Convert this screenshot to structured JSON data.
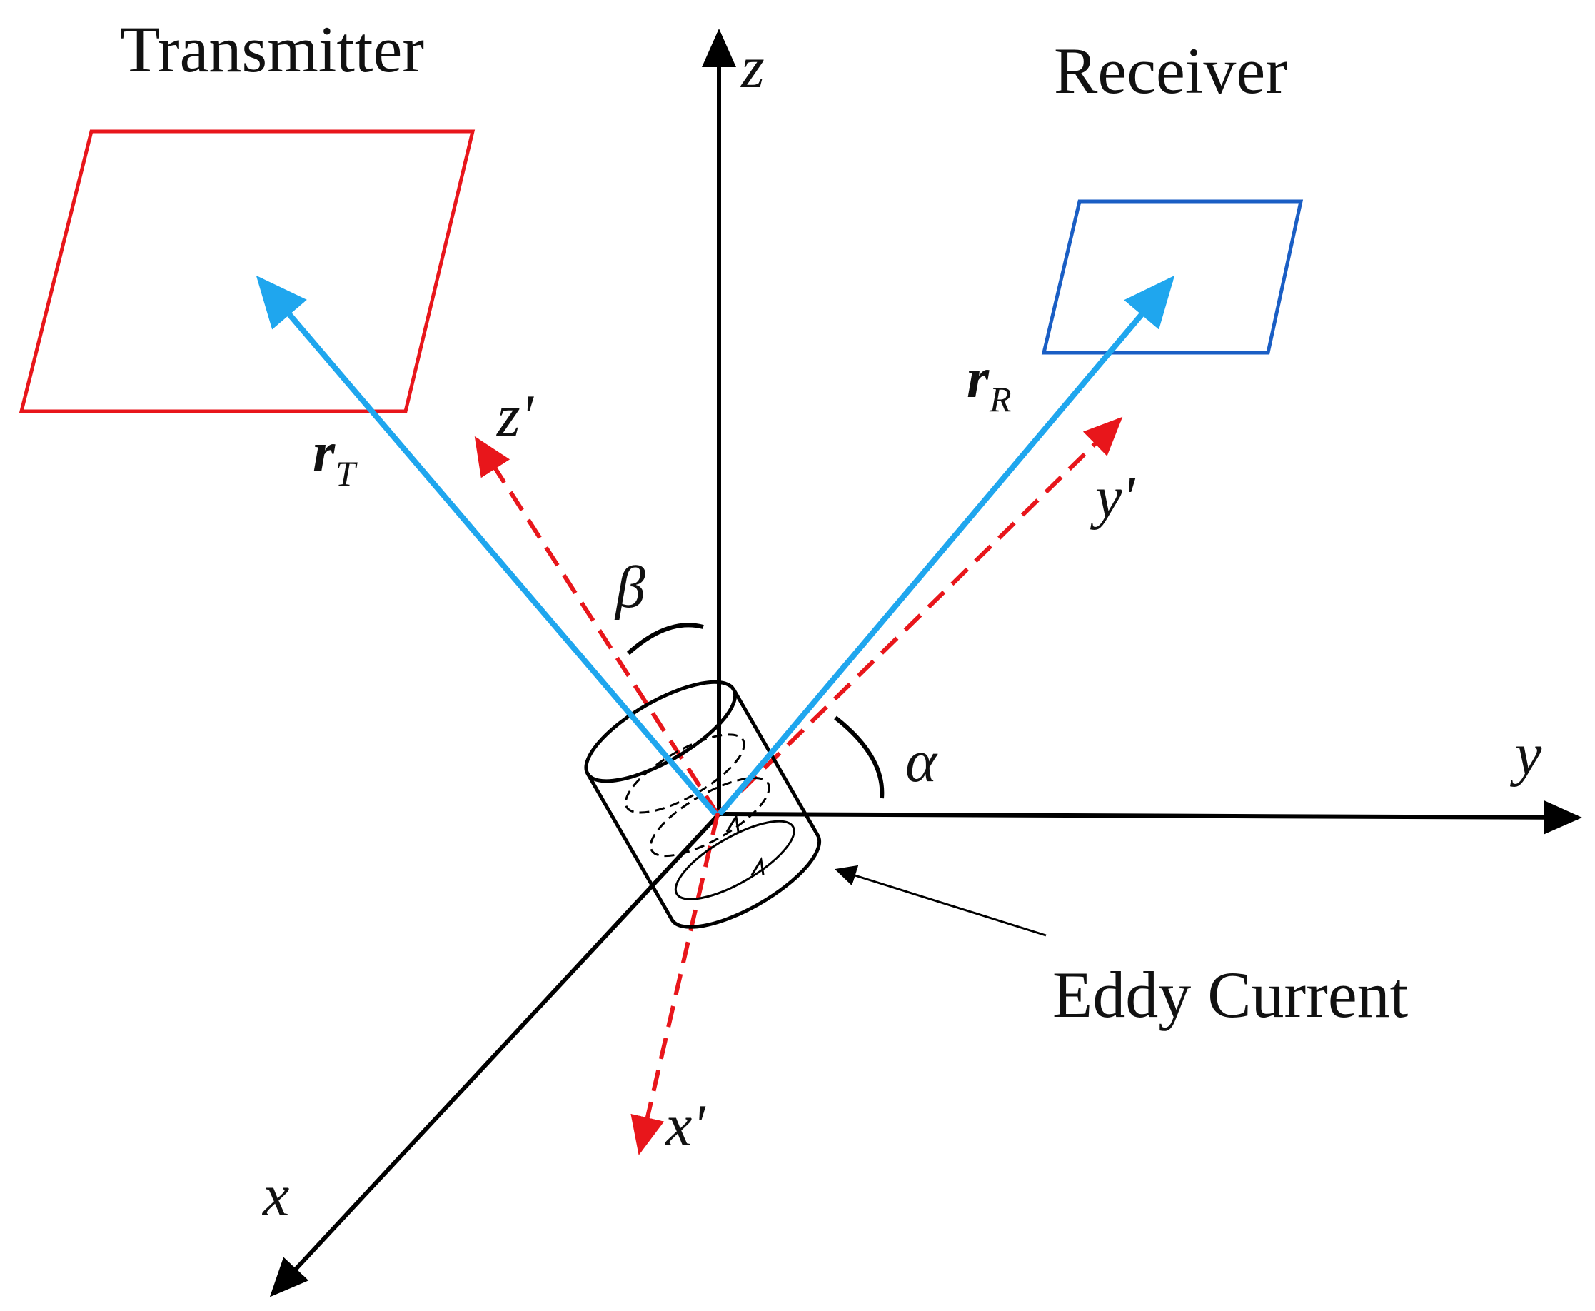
{
  "labels": {
    "transmitter": "Transmitter",
    "receiver": "Receiver",
    "eddy_current": "Eddy Current",
    "axis_x": "x",
    "axis_y": "y",
    "axis_z": "z",
    "axis_x_prime": "x'",
    "axis_y_prime": "y'",
    "axis_z_prime": "z'",
    "angle_alpha": "α",
    "angle_beta": "β",
    "vector_rT": "r",
    "vector_rT_sub": "T",
    "vector_rR": "r",
    "vector_rR_sub": "R"
  },
  "colors": {
    "transmitter_loop": "#e8161b",
    "receiver_loop": "#1a5ec4",
    "position_vectors": "#1fa6ee",
    "rotated_axes": "#e8161b",
    "global_axes": "#000000"
  }
}
